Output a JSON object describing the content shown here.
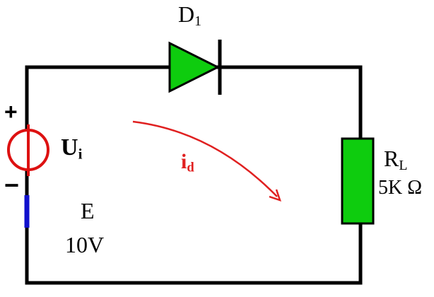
{
  "diagram_title": "diode-rectifier-circuit",
  "colors": {
    "wire": "#000000",
    "component_green": "#0ecc0e",
    "source_red": "#dd1111",
    "current_red": "#e02020",
    "battery_blue": "#1111cc",
    "background": "#ffffff"
  },
  "labels": {
    "diode": {
      "base": "D",
      "sub": "1"
    },
    "source_plus": "+",
    "source_minus": "−",
    "input_voltage": {
      "base": "U",
      "sub": "i"
    },
    "emf": "E",
    "emf_value": "10V",
    "current": {
      "base": "i",
      "sub": "d"
    },
    "load_resistor": {
      "base": "R",
      "sub": "L"
    },
    "resistor_value": "5K Ω"
  }
}
